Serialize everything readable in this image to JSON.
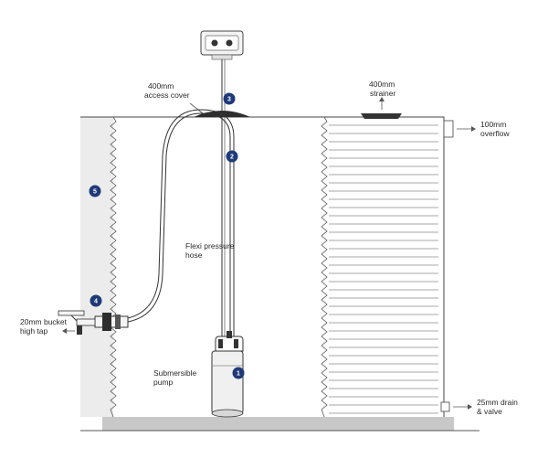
{
  "labels": {
    "access_cover": [
      "400mm",
      "access cover"
    ],
    "strainer": [
      "400mm",
      "strainer"
    ],
    "overflow": [
      "100mm",
      "overflow"
    ],
    "bucket_tap": [
      "20mm bucket",
      "high tap"
    ],
    "hose": [
      "Flexi pressure",
      "hose"
    ],
    "pump": [
      "Submersible",
      "pump"
    ],
    "drain": [
      "25mm drain",
      "& valve"
    ]
  },
  "markers": [
    "1",
    "2",
    "3",
    "4",
    "5"
  ],
  "colors": {
    "marker": "#1f3a78",
    "line": "#333333",
    "ground": "#c8c8c8",
    "tank_shade": "#ececec"
  }
}
